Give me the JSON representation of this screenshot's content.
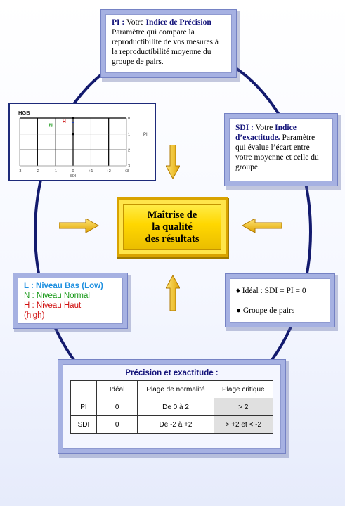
{
  "pi_box": {
    "title_prefix": "PI :",
    "title_plain": " Votre ",
    "title_bold": "Indice de Précision",
    "line1": "Paramètre qui compare la",
    "line2": "reproductibilité de vos mesures à",
    "line3": "la reproductibilité moyenne du",
    "line4": "groupe de pairs."
  },
  "sdi_box": {
    "title_prefix": "SDI :",
    "title_plain": " Votre ",
    "title_bold1": "Indice",
    "title_bold2": "d’exactitude.",
    "title_plain2": " Paramètre",
    "line1": "qui évalue l’écart entre",
    "line2": "votre moyenne et celle du",
    "line3": "groupe."
  },
  "center_box": {
    "line1": "Maîtrise de",
    "line2": "la qualité",
    "line3": "des résultats"
  },
  "legend_box": {
    "l_label": "L : Niveau Bas (Low)",
    "n_label": "N : Niveau Normal",
    "h_label": "H : Niveau Haut",
    "h_label2": "(high)"
  },
  "ideal_box": {
    "line1": "Idéal : SDI = PI = 0",
    "line2": "Groupe de pairs",
    "bullet1": "♦",
    "bullet2": "●"
  },
  "table_box": {
    "title": "Précision et exactitude :",
    "headers": [
      "",
      "Idéal",
      "Plage de normalité",
      "Plage critique"
    ],
    "rows": [
      [
        "PI",
        "0",
        "De 0 à 2",
        "> 2"
      ],
      [
        "SDI",
        "0",
        "De -2 à +2",
        "> +2 et < -2"
      ]
    ]
  },
  "chart": {
    "title": "HGB",
    "n_marker": "N",
    "h_marker": "H",
    "l_marker": "L",
    "pi_label": "PI",
    "x_ticks": [
      "-3",
      "-2",
      "-1",
      "0",
      "+1",
      "+2",
      "+3"
    ],
    "x_label": "SDI",
    "y_ticks": [
      "0",
      "1",
      "2",
      "3"
    ]
  },
  "chart_data": {
    "type": "scatter",
    "title": "HGB",
    "xlabel": "SDI",
    "ylabel": "PI",
    "xlim": [
      -3,
      3
    ],
    "ylim": [
      0,
      3
    ],
    "x_ticks": [
      -3,
      -2,
      -1,
      0,
      1,
      2,
      3
    ],
    "y_ticks": [
      0,
      1,
      2,
      3
    ],
    "grid": true,
    "series": [
      {
        "name": "N",
        "color": "#1a9a1a"
      },
      {
        "name": "H",
        "color": "#cc1111"
      },
      {
        "name": "L",
        "color": "#1a3cc0"
      }
    ],
    "points": [
      {
        "x": 0,
        "y": 1
      }
    ]
  },
  "colors": {
    "navy": "#14147a",
    "low_blue": "#1e90e0",
    "normal_green": "#1a9a1a",
    "high_red": "#d01010",
    "gold": "#ffd700",
    "ring": "#131a6e"
  },
  "arrows": [
    "arrow-down",
    "arrow-right",
    "arrow-left",
    "arrow-up"
  ]
}
